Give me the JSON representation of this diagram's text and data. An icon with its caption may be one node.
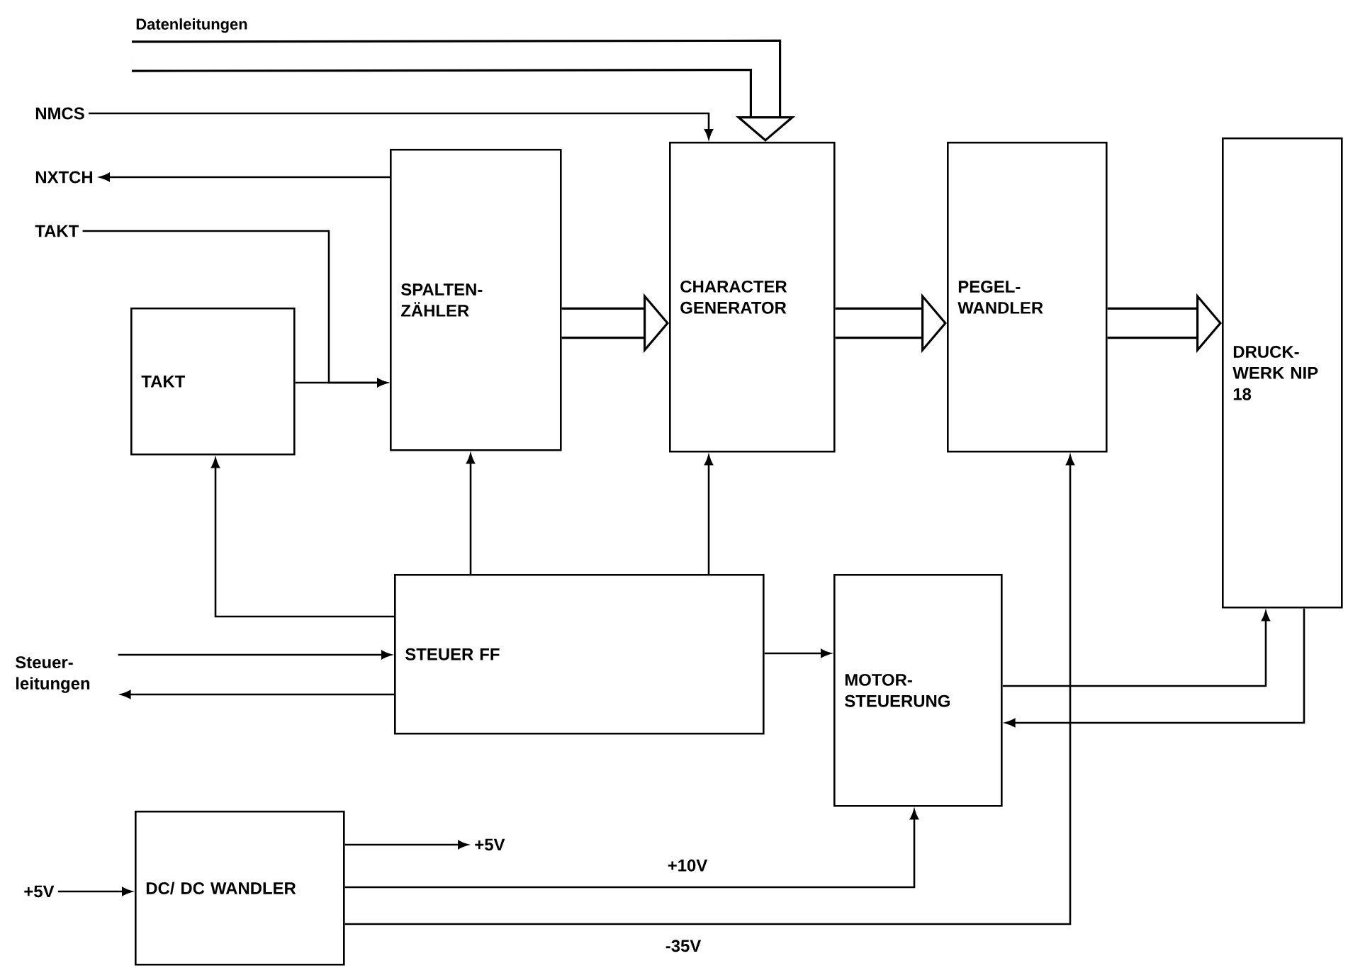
{
  "diagram": {
    "nodes": [
      {
        "text": [
          "TAKT"
        ]
      },
      {
        "text": [
          "SPALTEN- ZÄHLER"
        ]
      },
      {
        "text": [
          "CHARACTER GENERATOR"
        ]
      },
      {
        "text": [
          "PEGEL- WANDLER"
        ]
      },
      {
        "text": [
          "DRUCK- WERK NIP 18"
        ]
      },
      {
        "text": [
          "STEUER FF"
        ]
      },
      {
        "text": [
          "MOTOR- STEUERUNG"
        ]
      },
      {
        "text": [
          "DC/ DC WANDLER"
        ]
      },
      {
        "text": [
          "Datenleitungen"
        ]
      },
      {
        "text": [
          "NMCS"
        ]
      },
      {
        "text": [
          "NXTCH"
        ]
      },
      {
        "text": [
          "TAKT"
        ]
      },
      {
        "text": [
          "Steuer- leitungen"
        ]
      },
      {
        "text": [
          "+5V"
        ]
      },
      {
        "text": [
          "+5V"
        ]
      }
    ],
    "edges": [
      {
        "from": 8,
        "to": 2,
        "arrow": "to",
        "style": "thick"
      },
      {
        "from": 9,
        "to": 2,
        "arrow": "to"
      },
      {
        "from": 1,
        "to": 10,
        "arrow": "to"
      },
      {
        "from": 11,
        "to": 1,
        "arrow": "to"
      },
      {
        "from": 0,
        "to": 1,
        "arrow": "to"
      },
      {
        "from": 1,
        "to": 2,
        "arrow": "to",
        "style": "thick"
      },
      {
        "from": 2,
        "to": 3,
        "arrow": "to",
        "style": "thick"
      },
      {
        "from": 3,
        "to": 4,
        "arrow": "to",
        "style": "thick"
      },
      {
        "from": 5,
        "to": 0,
        "arrow": "to"
      },
      {
        "from": 5,
        "to": 1,
        "arrow": "to"
      },
      {
        "from": 5,
        "to": 2,
        "arrow": "to"
      },
      {
        "from": 12,
        "to": 5,
        "arrow": "to"
      },
      {
        "from": 5,
        "to": 12,
        "arrow": "to"
      },
      {
        "from": 5,
        "to": 6,
        "arrow": "to"
      },
      {
        "from": 6,
        "to": 4,
        "arrow": "to"
      },
      {
        "from": 4,
        "to": 6,
        "arrow": "to"
      },
      {
        "from": 13,
        "to": 7,
        "arrow": "to"
      },
      {
        "from": 7,
        "to": 14,
        "arrow": "to"
      },
      {
        "from": 7,
        "to": 6,
        "arrow": "to",
        "label": "+10V"
      },
      {
        "from": 7,
        "to": 3,
        "arrow": "to",
        "label": "-35V"
      }
    ]
  }
}
